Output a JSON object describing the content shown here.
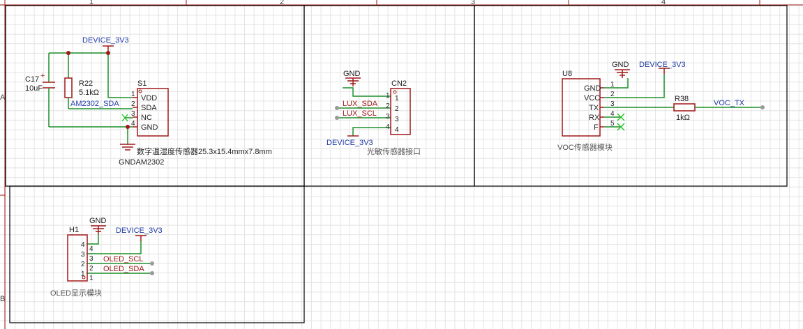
{
  "ruler": {
    "top_numbers": [
      "1",
      "2",
      "3",
      "4"
    ],
    "left_letters": [
      "A",
      "B"
    ]
  },
  "sensor_block": {
    "supply_net": "DEVICE_3V3",
    "cap_ref": "C17",
    "cap_value": "10uF",
    "res_ref": "R22",
    "res_value": "5.1kΩ",
    "sda_net": "AM2302_SDA",
    "part_ref": "S1",
    "pins": [
      {
        "num": "1",
        "name": "VDD"
      },
      {
        "num": "2",
        "name": "SDA"
      },
      {
        "num": "3",
        "name": "NC"
      },
      {
        "num": "4",
        "name": "GND"
      }
    ],
    "description": "数字温湿度传感器25.3x15.4mmx7.8mm",
    "gnd_label": "GNDAM2302"
  },
  "light_block": {
    "gnd_label": "GND",
    "conn_ref": "CN2",
    "nets": [
      "LUX_SDA",
      "LUX_SCL"
    ],
    "pins": [
      "1",
      "2",
      "3",
      "4"
    ],
    "supply_net": "DEVICE_3V3",
    "title": "光敏传感器接口"
  },
  "voc_block": {
    "gnd_label": "GND",
    "supply_net": "DEVICE_3V3",
    "part_ref": "U8",
    "pins": [
      {
        "num": "1",
        "name": "GND"
      },
      {
        "num": "2",
        "name": "VCC"
      },
      {
        "num": "3",
        "name": "TX"
      },
      {
        "num": "4",
        "name": "RX"
      },
      {
        "num": "5",
        "name": "F"
      }
    ],
    "res_ref": "R38",
    "res_value": "1kΩ",
    "tx_net": "VOC_TX",
    "title": "VOC传感器模块"
  },
  "oled_block": {
    "gnd_label": "GND",
    "supply_net": "DEVICE_3V3",
    "part_ref": "H1",
    "pins": [
      "4",
      "3",
      "2",
      "1"
    ],
    "nets": [
      "OLED_SCL",
      "OLED_SDA"
    ],
    "title": "OLED显示模块"
  }
}
